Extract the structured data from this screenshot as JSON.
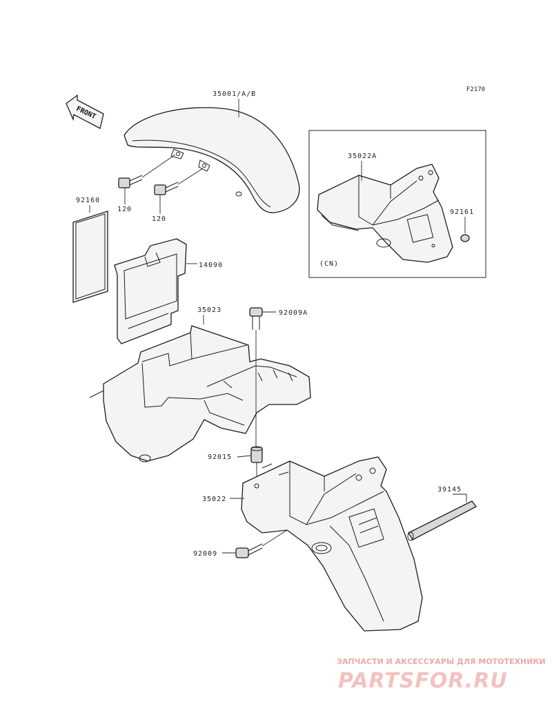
{
  "figure_code": "F2170",
  "front_arrow_label": "FRONT",
  "inset_note": "(CN)",
  "parts": {
    "front_fender": "35001/A/B",
    "bolt_left": "120",
    "bolt_right": "120",
    "plate": "92160",
    "cover": "14090",
    "rear_inner_fender": "35023",
    "bolt_top": "92009A",
    "collar": "92015",
    "rear_fender": "35022",
    "bolt_bottom": "92009",
    "rod": "39145",
    "inset_fender": "35022A",
    "inset_cap": "92161"
  },
  "watermark": {
    "caption": "ЗАПЧАСТИ И АКСЕССУАРЫ ДЛЯ МОТОТЕХНИКИ",
    "brand": "PARTSFOR.RU"
  }
}
